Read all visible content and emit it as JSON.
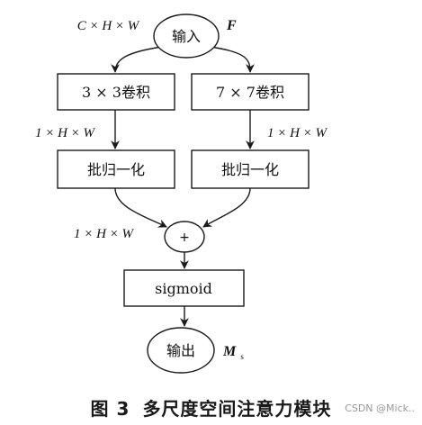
{
  "diagram": {
    "nodes": {
      "input": "输入",
      "conv3": "3 × 3卷积",
      "conv7": "7 × 7卷积",
      "bn_left": "批归一化",
      "bn_right": "批归一化",
      "add": "+",
      "sigmoid": "sigmoid",
      "output": "输出"
    },
    "labels": {
      "input_dims": "C × H × W",
      "input_symbol": "F",
      "conv3_dims": "1 × H × W",
      "conv7_dims": "1 × H × W",
      "sum_dims": "1 × H × W",
      "output_symbol": "M",
      "output_subscript": "s"
    }
  },
  "caption": {
    "figure_number": "图 3",
    "title": "多尺度空间注意力模块"
  },
  "watermark": "CSDN @Mick.."
}
